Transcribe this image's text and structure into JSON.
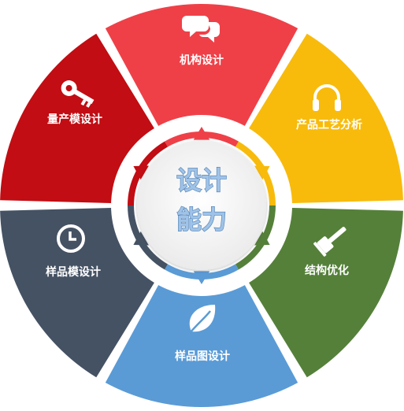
{
  "center": {
    "line1": "设计",
    "line2": "能力"
  },
  "segments": [
    {
      "label": "机构设计",
      "icon": "speech-bubbles-icon",
      "color": "#ef4048"
    },
    {
      "label": "产品工艺分析",
      "icon": "headphones-icon",
      "color": "#f8bb0c"
    },
    {
      "label": "结构优化",
      "icon": "gavel-icon",
      "color": "#55803a"
    },
    {
      "label": "样品图设计",
      "icon": "leaf-icon",
      "color": "#5a9bd6"
    },
    {
      "label": "样品模设计",
      "icon": "clock-icon",
      "color": "#455264"
    },
    {
      "label": "量产模设计",
      "icon": "key-icon",
      "color": "#c10d13"
    }
  ]
}
